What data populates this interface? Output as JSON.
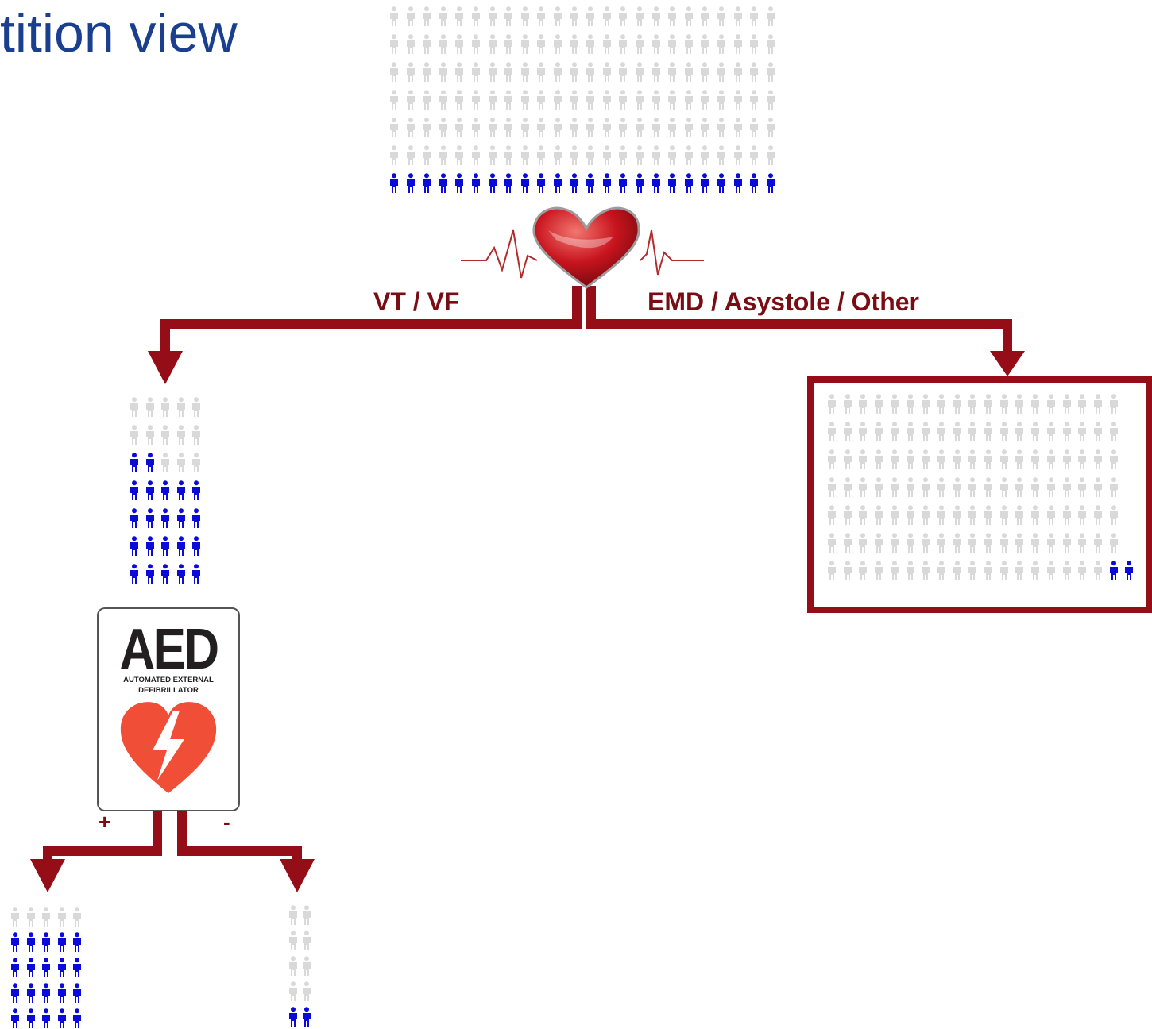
{
  "title": "tition view",
  "labels": {
    "vt_vf": "VT / VF",
    "emd": "EMD / Asystole / Other",
    "aed_positive": "+",
    "aed_negative": "-"
  },
  "aed_sign": {
    "title": "AED",
    "subtitle_line1": "AUTOMATED EXTERNAL",
    "subtitle_line2": "DEFIBRILLATOR",
    "icon": "heart-lightning-icon"
  },
  "center_icon": "heart-ecg-icon",
  "colors": {
    "highlighted": "#0a0ad9",
    "dimmed": "#d9d9d9",
    "arrow": "#950d16",
    "title": "#1a3f8f",
    "aed_heart": "#f04e37"
  },
  "icon_grids": {
    "all_patients": {
      "rows": [
        [
          0,
          0,
          0,
          0,
          0,
          0,
          0,
          0,
          0,
          0,
          0,
          0,
          0,
          0,
          0,
          0,
          0,
          0,
          0,
          0,
          0,
          0,
          0,
          0
        ],
        [
          0,
          0,
          0,
          0,
          0,
          0,
          0,
          0,
          0,
          0,
          0,
          0,
          0,
          0,
          0,
          0,
          0,
          0,
          0,
          0,
          0,
          0,
          0,
          0
        ],
        [
          0,
          0,
          0,
          0,
          0,
          0,
          0,
          0,
          0,
          0,
          0,
          0,
          0,
          0,
          0,
          0,
          0,
          0,
          0,
          0,
          0,
          0,
          0,
          0
        ],
        [
          0,
          0,
          0,
          0,
          0,
          0,
          0,
          0,
          0,
          0,
          0,
          0,
          0,
          0,
          0,
          0,
          0,
          0,
          0,
          0,
          0,
          0,
          0,
          0
        ],
        [
          0,
          0,
          0,
          0,
          0,
          0,
          0,
          0,
          0,
          0,
          0,
          0,
          0,
          0,
          0,
          0,
          0,
          0,
          0,
          0,
          0,
          0,
          0,
          0
        ],
        [
          0,
          0,
          0,
          0,
          0,
          0,
          0,
          0,
          0,
          0,
          0,
          0,
          0,
          0,
          0,
          0,
          0,
          0,
          0,
          0,
          0,
          0,
          0,
          0
        ],
        [
          1,
          1,
          1,
          1,
          1,
          1,
          1,
          1,
          1,
          1,
          1,
          1,
          1,
          1,
          1,
          1,
          1,
          1,
          1,
          1,
          1,
          1,
          1,
          1
        ]
      ]
    },
    "vt_vf": {
      "rows": [
        [
          0,
          0,
          0,
          0,
          0
        ],
        [
          0,
          0,
          0,
          0,
          0
        ],
        [
          1,
          1,
          0,
          0,
          0
        ],
        [
          1,
          1,
          1,
          1,
          1
        ],
        [
          1,
          1,
          1,
          1,
          1
        ],
        [
          1,
          1,
          1,
          1,
          1
        ],
        [
          1,
          1,
          1,
          1,
          1
        ]
      ]
    },
    "emd_asystole_other": {
      "rows": [
        [
          0,
          0,
          0,
          0,
          0,
          0,
          0,
          0,
          0,
          0,
          0,
          0,
          0,
          0,
          0,
          0,
          0,
          0,
          0
        ],
        [
          0,
          0,
          0,
          0,
          0,
          0,
          0,
          0,
          0,
          0,
          0,
          0,
          0,
          0,
          0,
          0,
          0,
          0,
          0
        ],
        [
          0,
          0,
          0,
          0,
          0,
          0,
          0,
          0,
          0,
          0,
          0,
          0,
          0,
          0,
          0,
          0,
          0,
          0,
          0
        ],
        [
          0,
          0,
          0,
          0,
          0,
          0,
          0,
          0,
          0,
          0,
          0,
          0,
          0,
          0,
          0,
          0,
          0,
          0,
          0
        ],
        [
          0,
          0,
          0,
          0,
          0,
          0,
          0,
          0,
          0,
          0,
          0,
          0,
          0,
          0,
          0,
          0,
          0,
          0,
          0
        ],
        [
          0,
          0,
          0,
          0,
          0,
          0,
          0,
          0,
          0,
          0,
          0,
          0,
          0,
          0,
          0,
          0,
          0,
          0,
          0
        ],
        [
          0,
          0,
          0,
          0,
          0,
          0,
          0,
          0,
          0,
          0,
          0,
          0,
          0,
          0,
          0,
          0,
          0,
          0,
          1,
          1
        ]
      ]
    },
    "aed_positive": {
      "rows": [
        [
          0,
          0,
          0,
          0,
          0
        ],
        [
          1,
          1,
          1,
          1,
          1
        ],
        [
          1,
          1,
          1,
          1,
          1
        ],
        [
          1,
          1,
          1,
          1,
          1
        ],
        [
          1,
          1,
          1,
          1,
          1
        ]
      ]
    },
    "aed_negative": {
      "rows": [
        [
          0,
          0
        ],
        [
          0,
          0
        ],
        [
          0,
          0
        ],
        [
          0,
          0
        ],
        [
          1,
          1
        ]
      ]
    }
  }
}
